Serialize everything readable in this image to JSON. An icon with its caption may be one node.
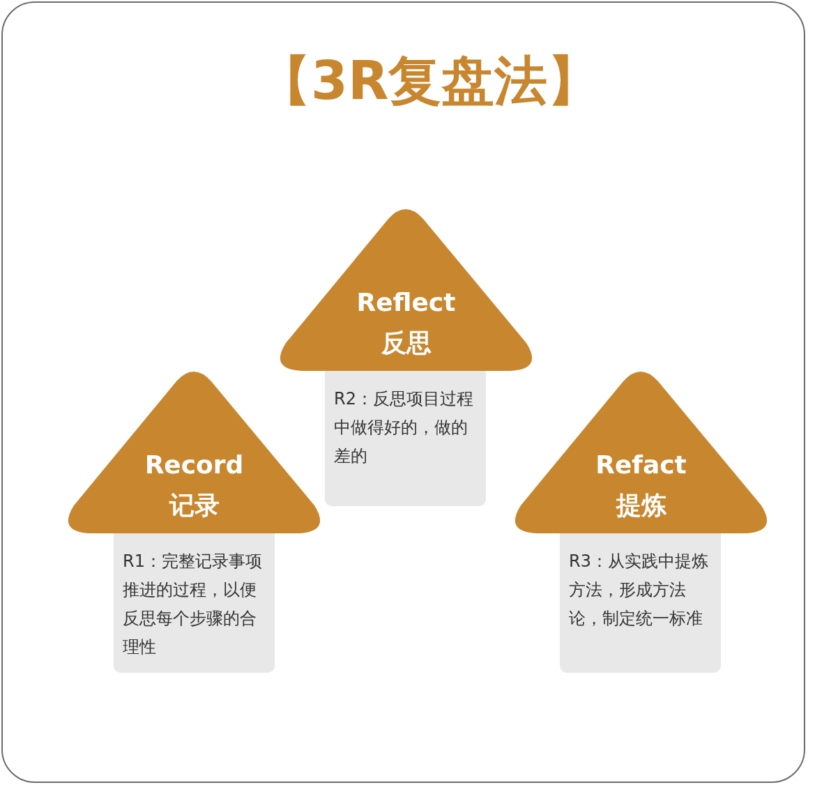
{
  "diagram": {
    "title": "【3R复盘法】",
    "nodes": [
      {
        "text": [
          "Record",
          "记录"
        ]
      },
      {
        "text": [
          "R1：完整记录事项推进的过程，以便反思每个步骤的合理性"
        ]
      },
      {
        "text": [
          "Reflect",
          "反思"
        ]
      },
      {
        "text": [
          "R2：反思项目过程中做得好的，做的差的"
        ]
      },
      {
        "text": [
          "Refact",
          "提炼"
        ]
      },
      {
        "text": [
          "R3：从实践中提炼方法，形成方法论，制定统一标准"
        ]
      }
    ]
  }
}
